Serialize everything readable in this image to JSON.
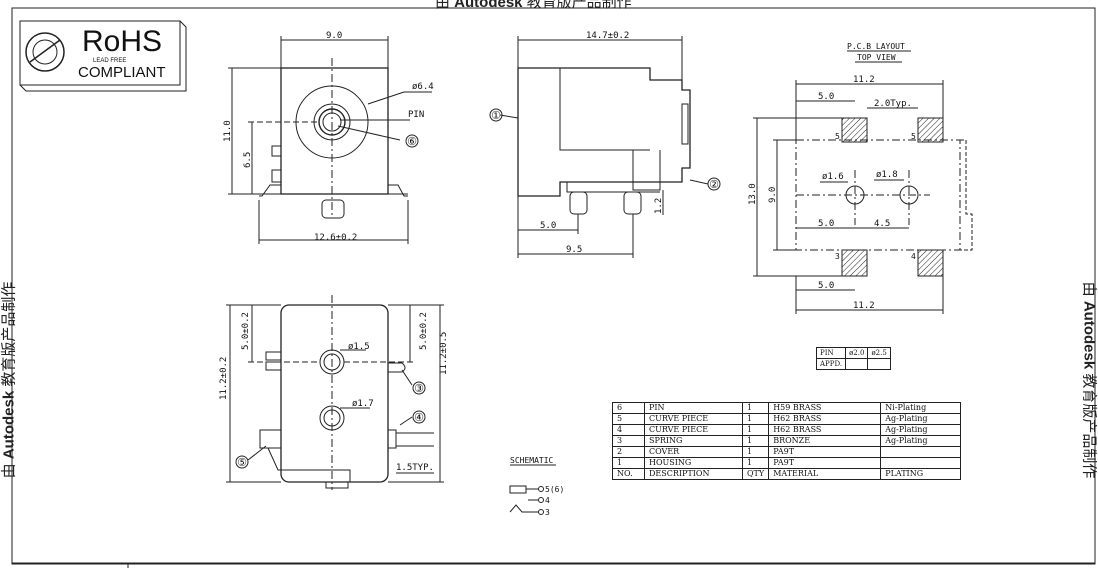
{
  "watermark": {
    "prefix": "由 ",
    "brand": "Autodesk",
    "suffix": " 教育版产品制作"
  },
  "rohs": {
    "main": "RoHS",
    "sub": "LEAD FREE",
    "compliant": "COMPLIANT"
  },
  "pcb": {
    "title": "P.C.B LAYOUT",
    "subtitle": "TOP VIEW"
  },
  "dims": {
    "front_width": "9.0",
    "front_height": "11.0",
    "front_mid": "6.5",
    "front_base": "12.6±0.2",
    "front_hole": "ø6.4",
    "pin_label": "PIN",
    "side_width": "14.7±0.2",
    "side_bottom_a": "5.0",
    "side_bottom_b": "9.5",
    "side_h": "1.2",
    "bottom_left_h": "11.2±0.2",
    "bottom_left_a": "5.0±0.2",
    "bottom_right_a": "5.0±0.2",
    "bottom_right_h": "11.2±0.5",
    "bottom_d1": "ø1.5",
    "bottom_d2": "ø1.7",
    "bottom_typ": "1.5TYP.",
    "pcb_top_w": "11.2",
    "pcb_top_a": "5.0",
    "pcb_top_b": "2.0Typ.",
    "pcb_h": "13.0",
    "pcb_h2": "9.0",
    "pcb_d1": "ø1.6",
    "pcb_d2": "ø1.8",
    "pcb_mid_a": "5.0",
    "pcb_mid_b": "4.5",
    "pcb_bot_a": "5.0",
    "pcb_bot_w": "11.2",
    "pad1": "5",
    "pad2": "5",
    "pad3": "3",
    "pad4": "4"
  },
  "callouts": [
    "①",
    "②",
    "③",
    "④",
    "⑤",
    "⑥"
  ],
  "schematic": {
    "title": "SCHEMATIC",
    "l1": "5(6)",
    "l2": "4",
    "l3": "3"
  },
  "pin_table": [
    [
      "PIN",
      "ø2.0",
      "ø2.5"
    ],
    [
      "APPD.",
      "",
      ""
    ]
  ],
  "bom": [
    [
      "6",
      "PIN",
      "1",
      "H59 BRASS",
      "Ni-Plating"
    ],
    [
      "5",
      "CURVE PIECE",
      "1",
      "H62 BRASS",
      "Ag-Plating"
    ],
    [
      "4",
      "CURVE PIECE",
      "1",
      "H62 BRASS",
      "Ag-Plating"
    ],
    [
      "3",
      "SPRING",
      "1",
      "BRONZE",
      "Ag-Plating"
    ],
    [
      "2",
      "COVER",
      "1",
      "PA9T",
      ""
    ],
    [
      "1",
      "HOUSING",
      "1",
      "PA9T",
      ""
    ],
    [
      "NO.",
      "DESCRIPTION",
      "QTY",
      "MATERIAL",
      "PLATING"
    ]
  ]
}
